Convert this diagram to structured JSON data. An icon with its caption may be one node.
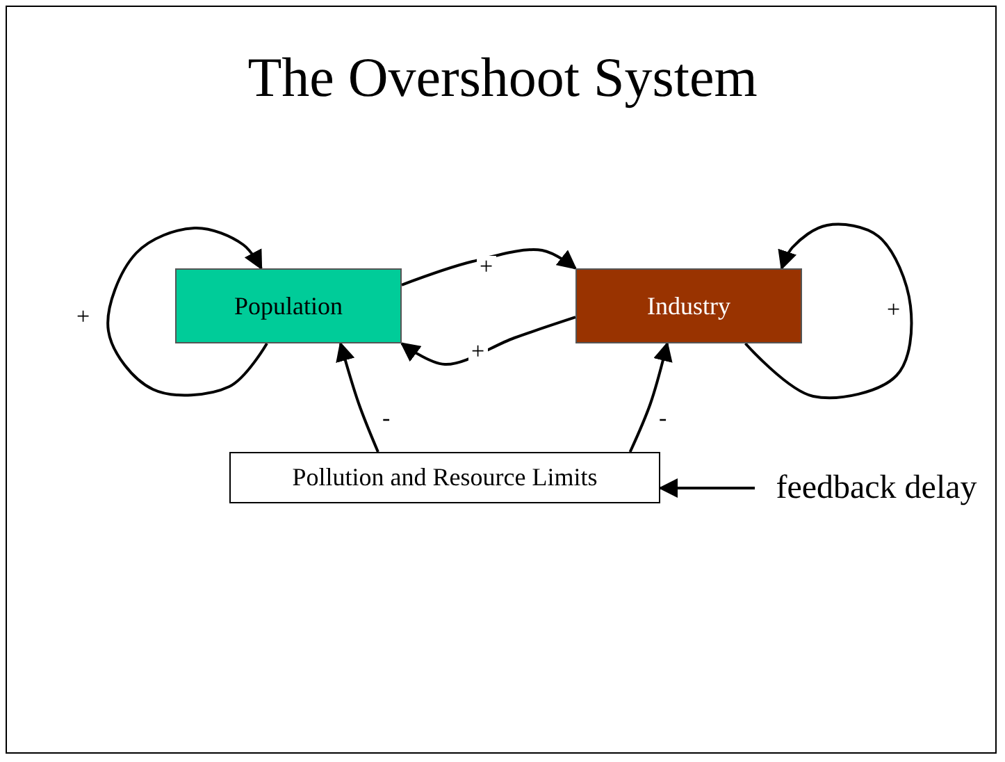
{
  "diagram": {
    "title": "The Overshoot System",
    "nodes": [
      {
        "text": [
          "Population"
        ]
      },
      {
        "text": [
          "Industry"
        ]
      },
      {
        "text": [
          "Pollution and Resource Limits"
        ]
      },
      {
        "text": [
          "feedback delay"
        ]
      }
    ],
    "edges": [
      {
        "from": 0,
        "to": 0,
        "arrow": "to",
        "label": "+"
      },
      {
        "from": 0,
        "to": 1,
        "arrow": "to",
        "label": "+"
      },
      {
        "from": 1,
        "to": 0,
        "arrow": "to",
        "label": "+"
      },
      {
        "from": 1,
        "to": 1,
        "arrow": "to",
        "label": "+"
      },
      {
        "from": 2,
        "to": 0,
        "arrow": "to",
        "label": "-"
      },
      {
        "from": 2,
        "to": 1,
        "arrow": "to",
        "label": "-"
      },
      {
        "from": 3,
        "to": 2,
        "arrow": "to"
      }
    ]
  }
}
